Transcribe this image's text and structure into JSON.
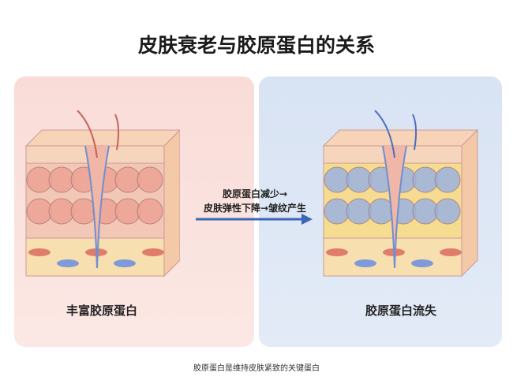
{
  "title": "皮肤衰老与胶原蛋白的关系",
  "left": {
    "caption": "丰富胶原蛋白",
    "collagen_color": "#eea394",
    "fat_color": "#f3c7b6"
  },
  "right": {
    "caption": "胶原蛋白流失",
    "collagen_color": "#9cb3e0",
    "fat_color": "#f5dc90"
  },
  "arrow": {
    "line1": "胶原蛋白减少→",
    "line2": "皮肤弹性下降→皱纹产生",
    "color": "#3a66b5"
  },
  "footer": "胶原蛋白是维持皮肤紧致的关键蛋白"
}
